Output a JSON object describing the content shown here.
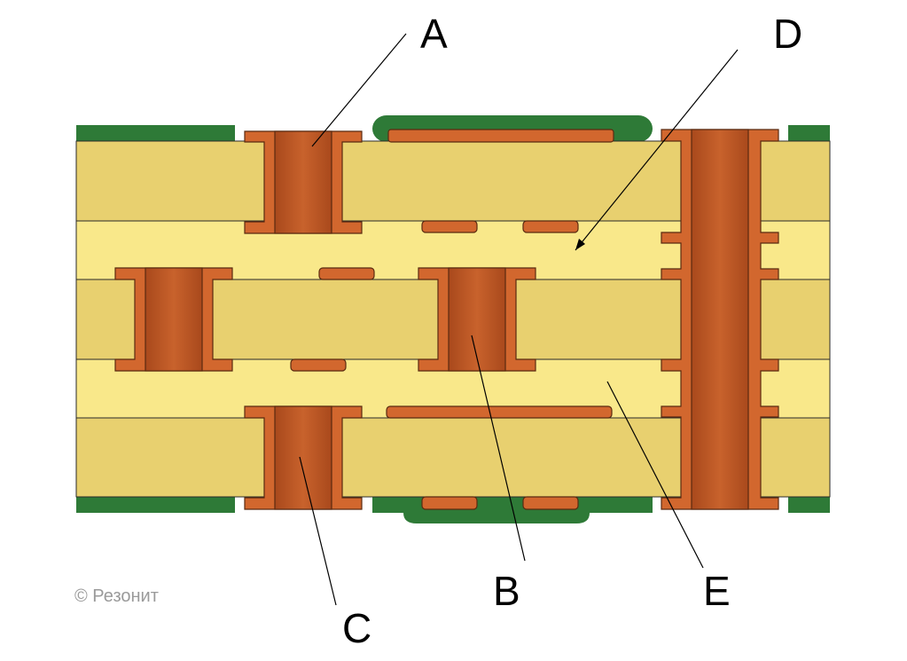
{
  "labels": {
    "A": "A",
    "B": "B",
    "C": "C",
    "D": "D",
    "E": "E"
  },
  "copyright": "© Резонит",
  "colors": {
    "core": "#e8d06f",
    "prepreg": "#f9e88a",
    "copper": "#d2672e",
    "copper_barrel": "#c05a25",
    "solder_mask": "#2e7a37",
    "outline": "#2a2a2a"
  }
}
